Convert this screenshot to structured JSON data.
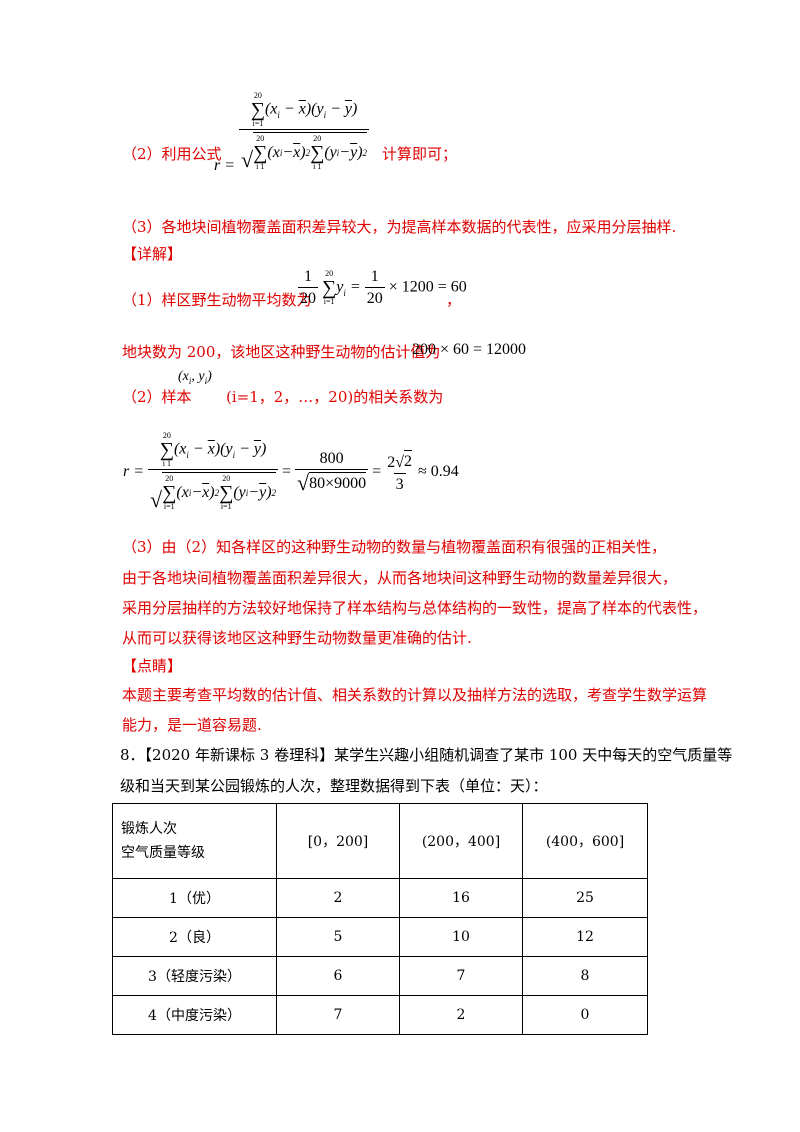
{
  "s2_hint": {
    "prefix": "（2）利用公式",
    "suffix": "计算即可；"
  },
  "s3_hint": "（3）各地块间植物覆盖面积差异较大，为提高样本数据的代表性，应采用分层抽样.",
  "detail_title": "【详解】",
  "p1": {
    "prefix": "（1）样区野生动物平均数为",
    "eq": "× 1200 = 60",
    "comma": "，"
  },
  "p1b": {
    "text": "地块数为 200，该地区这种野生动物的估计值为",
    "eq": "200 × 60 = 12000"
  },
  "p2": {
    "prefix": "（2）样本",
    "mid": "(i=1，2，…，20)的相关系数为"
  },
  "p2_formula": {
    "n800": "800",
    "d80": "80×9000",
    "res": "≈ 0.94"
  },
  "p3": [
    "（3）由（2）知各样区的这种野生动物的数量与植物覆盖面积有很强的正相关性，",
    "由于各地块间植物覆盖面积差异很大，从而各地块间这种野生动物的数量差异很大，",
    "采用分层抽样的方法较好地保持了样本结构与总体结构的一致性，提高了样本的代表性，",
    "从而可以获得该地区这种野生动物数量更准确的估计."
  ],
  "comment_title": "【点睛】",
  "comment": [
    "本题主要考查平均数的估计值、相关系数的计算以及抽样方法的选取，考查学生数学运算",
    "能力，是一道容易题."
  ],
  "q8": [
    "8．【2020 年新课标 3 卷理科】某学生兴趣小组随机调查了某市 100 天中每天的空气质量等",
    "级和当天到某公园锻炼的人次，整理数据得到下表（单位：天）："
  ],
  "table": {
    "corner": [
      "锻炼人次",
      "空气质量等级"
    ],
    "columns": [
      "[0，200]",
      "(200，400]",
      "(400，600]"
    ],
    "rows": [
      {
        "label": "1（优）",
        "values": [
          "2",
          "16",
          "25"
        ]
      },
      {
        "label": "2（良）",
        "values": [
          "5",
          "10",
          "12"
        ]
      },
      {
        "label": "3（轻度污染）",
        "values": [
          "6",
          "7",
          "8"
        ]
      },
      {
        "label": "4（中度污染）",
        "values": [
          "7",
          "2",
          "0"
        ]
      }
    ]
  },
  "colors": {
    "red": "#e00000",
    "black": "#000000"
  }
}
